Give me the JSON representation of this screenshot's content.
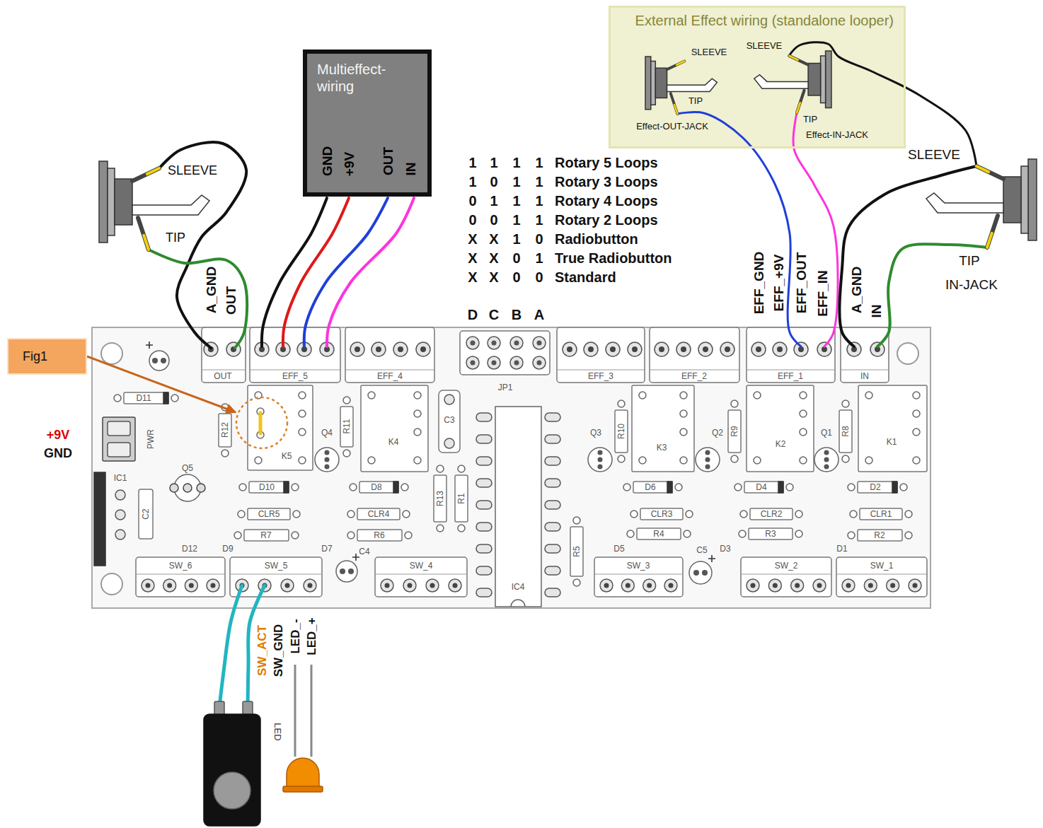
{
  "diagram": {
    "nodes": [
      {
        "text": [
          "Multieffect- wiring",
          "GND",
          "+9V",
          "OUT",
          "IN"
        ]
      },
      {
        "text": [
          "External Effect wiring (standalone looper)"
        ]
      },
      {
        "text": [
          "Fig1"
        ]
      }
    ],
    "labels": [
      "SLEEVE",
      "TIP",
      "1",
      "1",
      "1",
      "1",
      "Rotary 5 Loops",
      "1",
      "0",
      "1",
      "1",
      "Rotary 3 Loops",
      "0",
      "1",
      "1",
      "1",
      "Rotary 4 Loops",
      "0",
      "0",
      "1",
      "1",
      "Rotary 2 Loops",
      "X",
      "X",
      "1",
      "0",
      "Radiobutton",
      "X",
      "X",
      "0",
      "1",
      "True Radiobutton",
      "X",
      "X",
      "0",
      "0",
      "Standard",
      "D",
      "C",
      "B",
      "A",
      "SLEEVE",
      "SLEEVE",
      "TIP",
      "TIP",
      "Effect-OUT-JACK",
      "Effect-IN-JACK",
      "SLEEVE",
      "TIP",
      "IN-JACK",
      "A_GND",
      "OUT",
      "EFF_GND",
      "EFF_+9V",
      "EFF_OUT",
      "EFF_IN",
      "A_GND",
      "IN",
      "+9V",
      "GND",
      "OUT",
      "EFF_5",
      "EFF_4",
      "JP1",
      "EFF_3",
      "EFF_2",
      "EFF_1",
      "IN",
      "D11",
      "PWR",
      "R12",
      "K5",
      "R11",
      "K4",
      "C3",
      "Q4",
      "Q3",
      "R10",
      "K3",
      "Q2",
      "R9",
      "K2",
      "Q1",
      "R8",
      "K1",
      "Q5",
      "IC1",
      "C2",
      "D10",
      "D8",
      "R13",
      "R1",
      "D6",
      "D4",
      "D2",
      "CLR5",
      "CLR4",
      "CLR3",
      "CLR2",
      "CLR1",
      "R7",
      "R6",
      "R4",
      "R3",
      "R2",
      "D12",
      "D9",
      "D7",
      "C4",
      "R5",
      "D5",
      "C5",
      "D3",
      "D1",
      "SW_6",
      "SW_5",
      "SW_4",
      "SW_3",
      "SW_2",
      "SW_1",
      "IC4",
      "SW_ACT",
      "SW_GND",
      "LED_-",
      "LED_+",
      "LED"
    ]
  }
}
